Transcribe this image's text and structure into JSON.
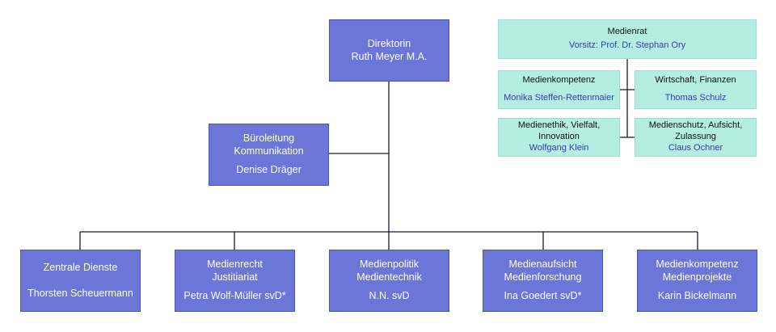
{
  "colors": {
    "box_fill": "#6b76d8",
    "council_fill": "#b4eee3",
    "connector": "#1a1a2e",
    "council_name": "#2f3fa8"
  },
  "director": {
    "title": "Direktorin",
    "name": "Ruth Meyer M.A."
  },
  "office": {
    "line1": "Büroleitung",
    "line2": "Kommunikation",
    "name": "Denise Dräger"
  },
  "departments": [
    {
      "line1": "Zentrale Dienste",
      "line2": "",
      "name": "Thorsten Scheuermann"
    },
    {
      "line1": "Medienrecht",
      "line2": "Justitiariat",
      "name": "Petra Wolf-Müller svD*"
    },
    {
      "line1": "Medienpolitik",
      "line2": "Medientechnik",
      "name": "N.N. svD"
    },
    {
      "line1": "Medienaufsicht",
      "line2": "Medienforschung",
      "name": "Ina Goedert svD*"
    },
    {
      "line1": "Medienkompetenz",
      "line2": "Medienprojekte",
      "name": "Karin Bickelmann"
    }
  ],
  "council": {
    "title": "Medienrat",
    "subtitle": "Vorsitz: Prof. Dr. Stephan Ory",
    "committees": [
      {
        "line1": "Medienkompetenz",
        "line2": "",
        "name": "Monika Steffen-Rettenmaier"
      },
      {
        "line1": "Wirtschaft, Finanzen",
        "line2": "",
        "name": "Thomas Schulz"
      },
      {
        "line1": "Medienethik, Vielfalt,",
        "line2": "Innovation",
        "name": "Wolfgang Klein"
      },
      {
        "line1": "Medienschutz, Aufsicht,",
        "line2": "Zulassung",
        "name": "Claus Ochner"
      }
    ]
  }
}
